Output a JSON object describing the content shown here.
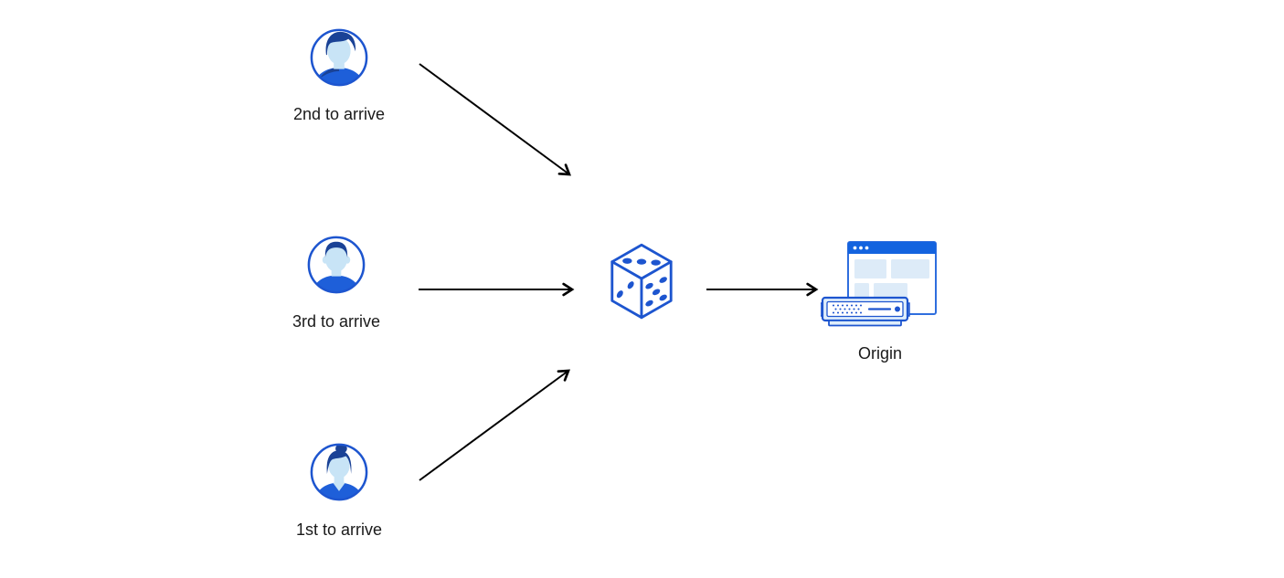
{
  "diagram": {
    "clients": [
      {
        "label": "2nd to arrive",
        "icon": "user-avatar-man-swept-hair-icon"
      },
      {
        "label": "3rd to arrive",
        "icon": "user-avatar-man-short-hair-icon"
      },
      {
        "label": "1st to arrive",
        "icon": "user-avatar-woman-bun-icon"
      }
    ],
    "randomizer": {
      "icon": "dice-icon"
    },
    "origin": {
      "label": "Origin",
      "icon": "origin-browser-and-server-icon"
    },
    "arrows": [
      {
        "from": "client-2nd-to-arrive",
        "to": "dice"
      },
      {
        "from": "client-3rd-to-arrive",
        "to": "dice"
      },
      {
        "from": "client-1st-to-arrive",
        "to": "dice"
      },
      {
        "from": "dice",
        "to": "origin"
      }
    ]
  },
  "colors": {
    "stroke_blue": "#1d55cf",
    "titlebar_blue": "#1363df",
    "window_border_blue": "#2f6ede",
    "shirt_blue": "#1e5fd9",
    "hair_navy": "#1a4296",
    "face_blue": "#c8e4f6",
    "panel_blue": "#ddebf8",
    "server_fill_blue": "#dfeefb",
    "arrow_black": "#000000",
    "text_color": "#1a1a1a",
    "background": "#ffffff"
  }
}
